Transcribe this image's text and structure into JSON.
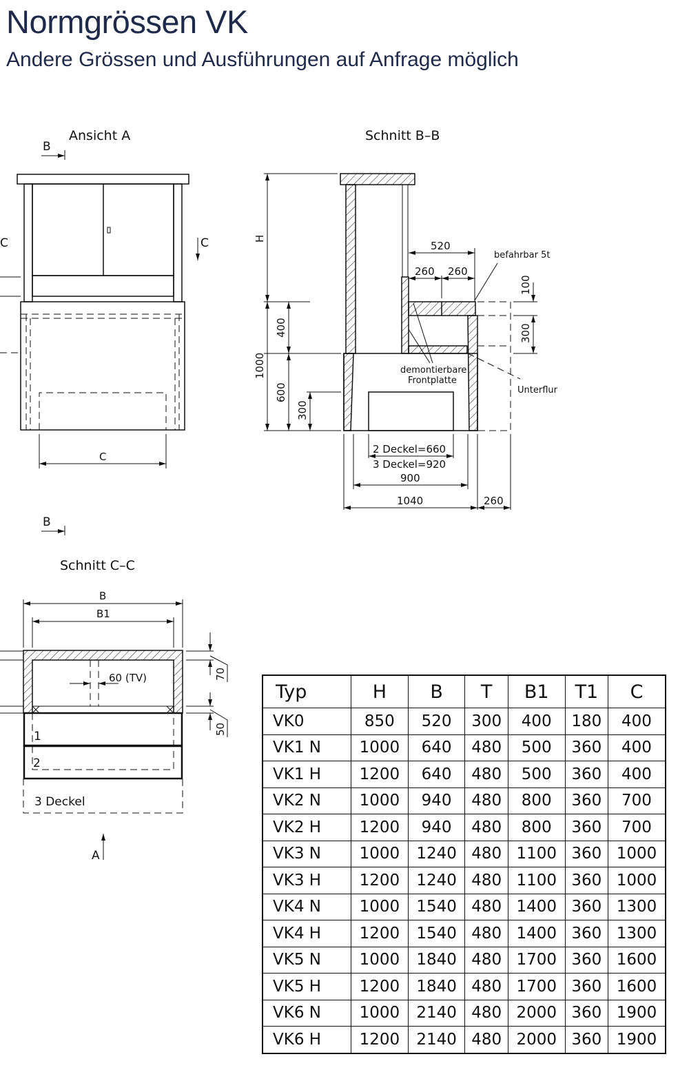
{
  "header": {
    "title": "Normgrössen VK",
    "subtitle": "Andere Grössen und Ausführungen auf Anfrage möglich"
  },
  "ansicht_a": {
    "title": "Ansicht  A",
    "section_b_top": "B",
    "section_b_bottom": "B",
    "section_c_left": "C",
    "section_c_right": "C",
    "dim_c": "C"
  },
  "schnitt_bb": {
    "title": "Schnitt  B–B",
    "dim_h": "H",
    "dim_1000": "1000",
    "dim_400": "400",
    "dim_600": "600",
    "dim_300_left": "300",
    "dim_520": "520",
    "dim_260_a": "260",
    "dim_260_b": "260",
    "dim_100": "100",
    "dim_300_right": "300",
    "label_befahrbar": "befahrbar  5t",
    "label_frontplatte_1": "demontierbare",
    "label_frontplatte_2": "Frontplatte",
    "label_unterflur": "Unterflur",
    "deckel_2": "2  Deckel=660",
    "deckel_3": "3  Deckel=920",
    "dim_900": "900",
    "dim_1040": "1040",
    "dim_260_bottom": "260"
  },
  "schnitt_cc": {
    "title": "Schnitt  C–C",
    "dim_b": "B",
    "dim_b1": "B1",
    "dim_60": "60  (TV)",
    "dim_70": "70",
    "dim_50": "50",
    "label_1": "1",
    "label_2": "2",
    "label_3": "3  Deckel",
    "view_a": "A"
  },
  "table": {
    "headers": [
      "Typ",
      "H",
      "B",
      "T",
      "B1",
      "T1",
      "C"
    ],
    "rows": [
      [
        "VK0",
        "850",
        "520",
        "300",
        "400",
        "180",
        "400"
      ],
      [
        "VK1  N",
        "1000",
        "640",
        "480",
        "500",
        "360",
        "400"
      ],
      [
        "VK1  H",
        "1200",
        "640",
        "480",
        "500",
        "360",
        "400"
      ],
      [
        "VK2  N",
        "1000",
        "940",
        "480",
        "800",
        "360",
        "700"
      ],
      [
        "VK2  H",
        "1200",
        "940",
        "480",
        "800",
        "360",
        "700"
      ],
      [
        "VK3  N",
        "1000",
        "1240",
        "480",
        "1100",
        "360",
        "1000"
      ],
      [
        "VK3  H",
        "1200",
        "1240",
        "480",
        "1100",
        "360",
        "1000"
      ],
      [
        "VK4  N",
        "1000",
        "1540",
        "480",
        "1400",
        "360",
        "1300"
      ],
      [
        "VK4  H",
        "1200",
        "1540",
        "480",
        "1400",
        "360",
        "1300"
      ],
      [
        "VK5  N",
        "1000",
        "1840",
        "480",
        "1700",
        "360",
        "1600"
      ],
      [
        "VK5  H",
        "1200",
        "1840",
        "480",
        "1700",
        "360",
        "1600"
      ],
      [
        "VK6  N",
        "1000",
        "2140",
        "480",
        "2000",
        "360",
        "1900"
      ],
      [
        "VK6  H",
        "1200",
        "2140",
        "480",
        "2000",
        "360",
        "1900"
      ]
    ]
  }
}
